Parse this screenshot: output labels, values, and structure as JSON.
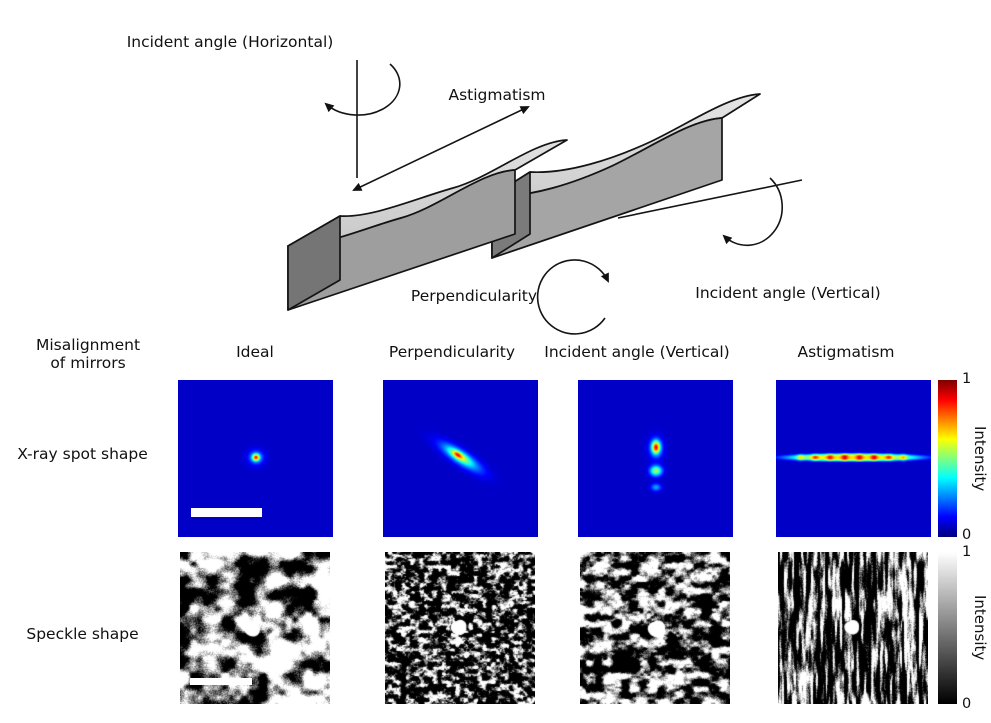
{
  "diagram": {
    "labels": {
      "incident_horizontal": "Incident angle (Horizontal)",
      "astigmatism": "Astigmatism",
      "perpendicularity": "Perpendicularity",
      "incident_vertical": "Incident angle (Vertical)"
    }
  },
  "grid": {
    "row_group_label": "Misalignment\nof mirrors",
    "columns": [
      "Ideal",
      "Perpendicularity",
      "Incident angle (Vertical)",
      "Astigmatism"
    ],
    "rows": [
      {
        "label": "X-ray spot shape"
      },
      {
        "label": "Speckle shape"
      }
    ],
    "colorbars": [
      {
        "type": "jet",
        "label": "Intensity",
        "max": "1",
        "min": "0"
      },
      {
        "type": "gray",
        "label": "Intensity",
        "max": "1",
        "min": "0"
      }
    ]
  },
  "chart_data": {
    "type": "heatmap",
    "colormap_spot": "jet",
    "colormap_speckle": "gray",
    "value_range": [
      0,
      1
    ],
    "xray_panels": [
      {
        "name": "Ideal",
        "base": 0.07,
        "spots": [
          {
            "x": 0.5,
            "y": 0.49,
            "sx": 0.016,
            "sy": 0.015,
            "angle": 0,
            "amp": 0.6,
            "p": 1
          },
          {
            "x": 0.5,
            "y": 0.49,
            "sx": 0.036,
            "sy": 0.033,
            "angle": 0,
            "amp": 0.2,
            "p": 1
          }
        ]
      },
      {
        "name": "Perpendicularity",
        "base": 0.07,
        "spots": [
          {
            "x": 0.5,
            "y": 0.49,
            "sx": 0.105,
            "sy": 0.03,
            "angle": 33,
            "amp": 0.35,
            "p": 1
          },
          {
            "x": 0.485,
            "y": 0.478,
            "sx": 0.048,
            "sy": 0.017,
            "angle": 33,
            "amp": 0.26,
            "p": 1
          },
          {
            "x": 0.478,
            "y": 0.472,
            "sx": 0.02,
            "sy": 0.011,
            "angle": 33,
            "amp": 0.22,
            "p": 1
          }
        ]
      },
      {
        "name": "Incident angle (Vertical)",
        "base": 0.07,
        "spots": [
          {
            "x": 0.5,
            "y": 0.425,
            "sx": 0.018,
            "sy": 0.027,
            "angle": 0,
            "amp": 0.62,
            "p": 1
          },
          {
            "x": 0.5,
            "y": 0.43,
            "sx": 0.032,
            "sy": 0.048,
            "angle": 0,
            "amp": 0.2,
            "p": 1
          },
          {
            "x": 0.5,
            "y": 0.575,
            "sx": 0.027,
            "sy": 0.023,
            "angle": 0,
            "amp": 0.47,
            "p": 1
          },
          {
            "x": 0.5,
            "y": 0.68,
            "sx": 0.023,
            "sy": 0.017,
            "angle": 0,
            "amp": 0.22,
            "p": 1
          }
        ]
      },
      {
        "name": "Astigmatism",
        "base": 0.07,
        "spots": [
          {
            "x": 0.5,
            "y": 0.49,
            "sx": 0.36,
            "sy": 0.021,
            "angle": 0,
            "amp": 0.58,
            "p": 2
          },
          {
            "x": 0.155,
            "y": 0.49,
            "sx": 0.016,
            "sy": 0.014,
            "angle": 0,
            "amp": 0.22,
            "p": 1
          },
          {
            "x": 0.25,
            "y": 0.49,
            "sx": 0.016,
            "sy": 0.014,
            "angle": 0,
            "amp": 0.26,
            "p": 1
          },
          {
            "x": 0.345,
            "y": 0.49,
            "sx": 0.016,
            "sy": 0.014,
            "angle": 0,
            "amp": 0.24,
            "p": 1
          },
          {
            "x": 0.44,
            "y": 0.49,
            "sx": 0.016,
            "sy": 0.014,
            "angle": 0,
            "amp": 0.27,
            "p": 1
          },
          {
            "x": 0.535,
            "y": 0.49,
            "sx": 0.016,
            "sy": 0.014,
            "angle": 0,
            "amp": 0.25,
            "p": 1
          },
          {
            "x": 0.63,
            "y": 0.49,
            "sx": 0.016,
            "sy": 0.014,
            "angle": 0,
            "amp": 0.27,
            "p": 1
          },
          {
            "x": 0.725,
            "y": 0.49,
            "sx": 0.016,
            "sy": 0.014,
            "angle": 0,
            "amp": 0.24,
            "p": 1
          },
          {
            "x": 0.82,
            "y": 0.49,
            "sx": 0.016,
            "sy": 0.014,
            "angle": 0,
            "amp": 0.22,
            "p": 1
          }
        ]
      }
    ],
    "speckle_panels": [
      {
        "name": "Ideal",
        "seed": 101,
        "sx": 16,
        "sy": 14,
        "th": 0.46,
        "gain": 4.5,
        "blob": {
          "x": 0.48,
          "y": 0.51,
          "r": 8
        }
      },
      {
        "name": "Perpendicularity",
        "seed": 202,
        "sx": 4.5,
        "sy": 3.6,
        "th": 0.58,
        "gain": 4.2,
        "blob": {
          "x": 0.49,
          "y": 0.5,
          "r": 8
        }
      },
      {
        "name": "Incident angle (Vertical)",
        "seed": 303,
        "sx": 9,
        "sy": 6.5,
        "th": 0.54,
        "gain": 4.2,
        "blob": {
          "x": 0.51,
          "y": 0.51,
          "r": 9
        }
      },
      {
        "name": "Astigmatism",
        "seed": 404,
        "sx": 2.4,
        "sy": 26,
        "th": 0.57,
        "gain": 5.0,
        "blob": {
          "x": 0.49,
          "y": 0.5,
          "r": 7.5
        }
      }
    ]
  }
}
